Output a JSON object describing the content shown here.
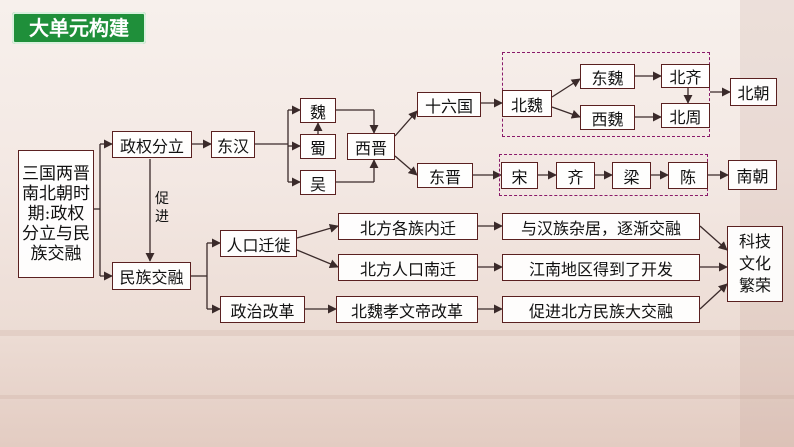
{
  "header": {
    "title": "大单元构建"
  },
  "nodes": {
    "start": "三国两晋南北朝时期:政权分立与民族交融",
    "zhengquan": "政权分立",
    "donghan": "东汉",
    "wei": "魏",
    "shu": "蜀",
    "wu": "吴",
    "xijin": "西晋",
    "shiliuguo": "十六国",
    "beiwei": "北魏",
    "dongwei": "东魏",
    "xiwei": "西魏",
    "beiqi": "北齐",
    "beizhou": "北周",
    "beichao": "北朝",
    "dongjin": "东晋",
    "song": "宋",
    "qi": "齐",
    "liang": "梁",
    "chen": "陈",
    "nanchao": "南朝",
    "cujin": "促进",
    "minzu": "民族交融",
    "renkou": "人口迁徙",
    "zhengzhi": "政治改革",
    "beifang_neiqian": "北方各族内迁",
    "beifang_nanqian": "北方人口南迁",
    "xiaowendi": "北魏孝文帝改革",
    "zaju": "与汉族杂居，逐渐交融",
    "jiangnan": "江南地区得到了开发",
    "cujin_jiaorong": "促进北方民族大交融",
    "result": "科技文化繁荣"
  },
  "colors": {
    "badge": "#1f8f3a",
    "border": "#5a2020",
    "arrow": "#3a2a2a",
    "dashed": "#8a1a6a"
  }
}
